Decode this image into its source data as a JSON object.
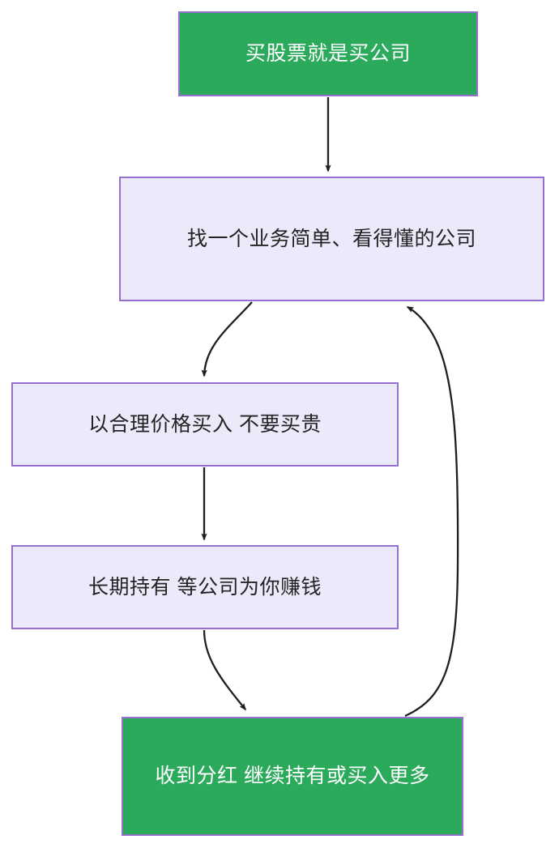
{
  "diagram": {
    "title": "buy-stock-is-buy-company-flowchart",
    "direction": "top-to-bottom",
    "colors": {
      "highlight_fill": "#2caa5c",
      "highlight_text": "#ffffff",
      "step_fill": "#ece9fb",
      "step_text": "#232323",
      "node_border": "#9670cf",
      "edge_stroke": "#1f1f1f",
      "background": "#ffffff"
    },
    "nodes": [
      {
        "id": "buy-company",
        "label": "买股票就是买公司",
        "style": "green",
        "lines": [
          "买股票就是买公司"
        ]
      },
      {
        "id": "find-simple",
        "label": "找一个业务简单、看得懂的公司",
        "style": "lavender",
        "lines": [
          "找一个业务简单、看得懂的",
          "公司"
        ]
      },
      {
        "id": "fair-price",
        "label": "以合理价格买入 不要买贵",
        "style": "lavender",
        "lines": [
          "以合理价格买入 不要买贵"
        ]
      },
      {
        "id": "hold-long",
        "label": "长期持有 等公司为你赚钱",
        "style": "lavender",
        "lines": [
          "长期持有 等公司为你赚钱"
        ]
      },
      {
        "id": "dividend",
        "label": "收到分红 继续持有或买入更多",
        "style": "green",
        "lines": [
          "收到分红 继续持有或买入更",
          "多"
        ]
      }
    ],
    "edges": [
      {
        "id": "e1",
        "from": "buy-company",
        "to": "find-simple",
        "shape": "straight-down",
        "label": ""
      },
      {
        "id": "e2",
        "from": "find-simple",
        "to": "fair-price",
        "shape": "curve-down-left",
        "label": ""
      },
      {
        "id": "e3",
        "from": "fair-price",
        "to": "hold-long",
        "shape": "straight-down",
        "label": ""
      },
      {
        "id": "e4",
        "from": "hold-long",
        "to": "dividend",
        "shape": "curve-down-right",
        "label": ""
      },
      {
        "id": "e5",
        "from": "dividend",
        "to": "find-simple",
        "shape": "curve-up-right-feedback",
        "label": ""
      }
    ]
  }
}
